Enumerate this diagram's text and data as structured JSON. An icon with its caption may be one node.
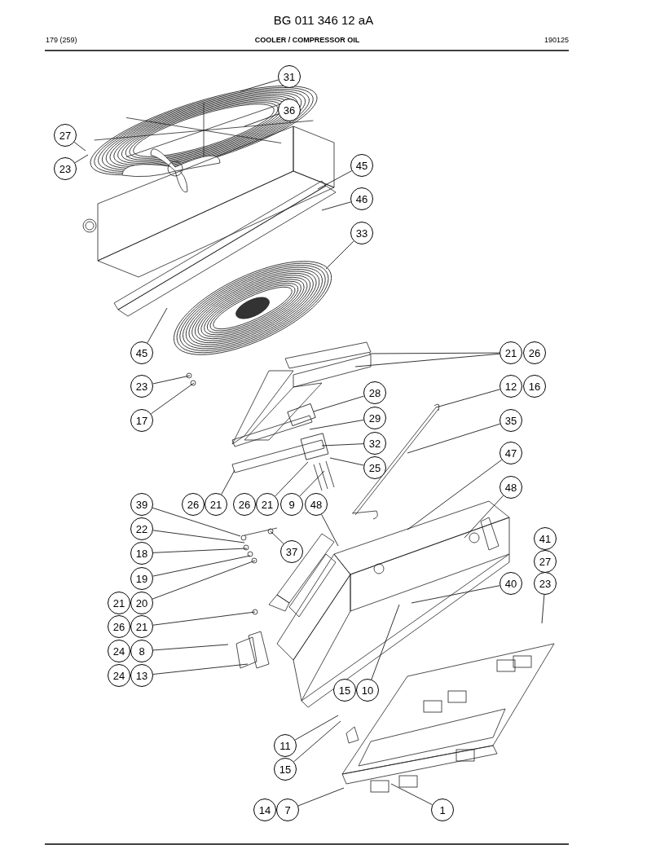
{
  "diagram": {
    "title": "BG 011 346 12 aA",
    "labels": [
      "179 (259)",
      "COOLER / COMPRESSOR OIL",
      "190125"
    ],
    "nodes": [
      {
        "text": [
          "31"
        ]
      },
      {
        "text": [
          "36"
        ]
      },
      {
        "text": [
          "27"
        ]
      },
      {
        "text": [
          "23"
        ]
      },
      {
        "text": [
          "45"
        ]
      },
      {
        "text": [
          "46"
        ]
      },
      {
        "text": [
          "33"
        ]
      },
      {
        "text": [
          "45"
        ]
      },
      {
        "text": [
          "21"
        ]
      },
      {
        "text": [
          "26"
        ]
      },
      {
        "text": [
          "23"
        ]
      },
      {
        "text": [
          "17"
        ]
      },
      {
        "text": [
          "12"
        ]
      },
      {
        "text": [
          "16"
        ]
      },
      {
        "text": [
          "28"
        ]
      },
      {
        "text": [
          "29"
        ]
      },
      {
        "text": [
          "35"
        ]
      },
      {
        "text": [
          "32"
        ]
      },
      {
        "text": [
          "47"
        ]
      },
      {
        "text": [
          "25"
        ]
      },
      {
        "text": [
          "48"
        ]
      },
      {
        "text": [
          "26"
        ]
      },
      {
        "text": [
          "21"
        ]
      },
      {
        "text": [
          "26"
        ]
      },
      {
        "text": [
          "21"
        ]
      },
      {
        "text": [
          "9"
        ]
      },
      {
        "text": [
          "48"
        ]
      },
      {
        "text": [
          "39"
        ]
      },
      {
        "text": [
          "22"
        ]
      },
      {
        "text": [
          "41"
        ]
      },
      {
        "text": [
          "37"
        ]
      },
      {
        "text": [
          "18"
        ]
      },
      {
        "text": [
          "27"
        ]
      },
      {
        "text": [
          "19"
        ]
      },
      {
        "text": [
          "40"
        ]
      },
      {
        "text": [
          "23"
        ]
      },
      {
        "text": [
          "21"
        ]
      },
      {
        "text": [
          "20"
        ]
      },
      {
        "text": [
          "26"
        ]
      },
      {
        "text": [
          "21"
        ]
      },
      {
        "text": [
          "24"
        ]
      },
      {
        "text": [
          "8"
        ]
      },
      {
        "text": [
          "24"
        ]
      },
      {
        "text": [
          "13"
        ]
      },
      {
        "text": [
          "15"
        ]
      },
      {
        "text": [
          "10"
        ]
      },
      {
        "text": [
          "11"
        ]
      },
      {
        "text": [
          "15"
        ]
      },
      {
        "text": [
          "14"
        ]
      },
      {
        "text": [
          "7"
        ]
      },
      {
        "text": [
          "1"
        ]
      }
    ],
    "edges": [
      {
        "from": 0,
        "to": null,
        "arrow": "none"
      },
      {
        "from": 1,
        "to": null,
        "arrow": "none"
      },
      {
        "from": 2,
        "to": null,
        "arrow": "none"
      },
      {
        "from": 3,
        "to": null,
        "arrow": "none"
      },
      {
        "from": 4,
        "to": null,
        "arrow": "none"
      },
      {
        "from": 5,
        "to": null,
        "arrow": "none"
      },
      {
        "from": 6,
        "to": null,
        "arrow": "none"
      },
      {
        "from": 7,
        "to": null,
        "arrow": "none"
      },
      {
        "from": 8,
        "to": null,
        "arrow": "none"
      },
      {
        "from": 8,
        "to": null,
        "arrow": "none"
      },
      {
        "from": 10,
        "to": null,
        "arrow": "none"
      },
      {
        "from": 11,
        "to": null,
        "arrow": "none"
      },
      {
        "from": 12,
        "to": null,
        "arrow": "none"
      },
      {
        "from": 14,
        "to": null,
        "arrow": "none"
      },
      {
        "from": 15,
        "to": null,
        "arrow": "none"
      },
      {
        "from": 16,
        "to": null,
        "arrow": "none"
      },
      {
        "from": 17,
        "to": null,
        "arrow": "none"
      },
      {
        "from": 18,
        "to": null,
        "arrow": "none"
      },
      {
        "from": 19,
        "to": null,
        "arrow": "none"
      },
      {
        "from": 20,
        "to": null,
        "arrow": "none"
      },
      {
        "from": 22,
        "to": null,
        "arrow": "none"
      },
      {
        "from": 24,
        "to": null,
        "arrow": "none"
      },
      {
        "from": 25,
        "to": null,
        "arrow": "none"
      },
      {
        "from": 26,
        "to": null,
        "arrow": "none"
      },
      {
        "from": 27,
        "to": null,
        "arrow": "none"
      },
      {
        "from": 28,
        "to": null,
        "arrow": "none"
      },
      {
        "from": 30,
        "to": null,
        "arrow": "none"
      },
      {
        "from": 31,
        "to": null,
        "arrow": "none"
      },
      {
        "from": 33,
        "to": null,
        "arrow": "none"
      },
      {
        "from": 34,
        "to": null,
        "arrow": "none"
      },
      {
        "from": 35,
        "to": null,
        "arrow": "none"
      },
      {
        "from": 37,
        "to": null,
        "arrow": "none"
      },
      {
        "from": 39,
        "to": null,
        "arrow": "none"
      },
      {
        "from": 41,
        "to": null,
        "arrow": "none"
      },
      {
        "from": 43,
        "to": null,
        "arrow": "none"
      },
      {
        "from": 45,
        "to": null,
        "arrow": "none"
      },
      {
        "from": 46,
        "to": null,
        "arrow": "none"
      },
      {
        "from": 47,
        "to": null,
        "arrow": "none"
      },
      {
        "from": 49,
        "to": null,
        "arrow": "none"
      },
      {
        "from": 50,
        "to": null,
        "arrow": "none"
      }
    ]
  }
}
